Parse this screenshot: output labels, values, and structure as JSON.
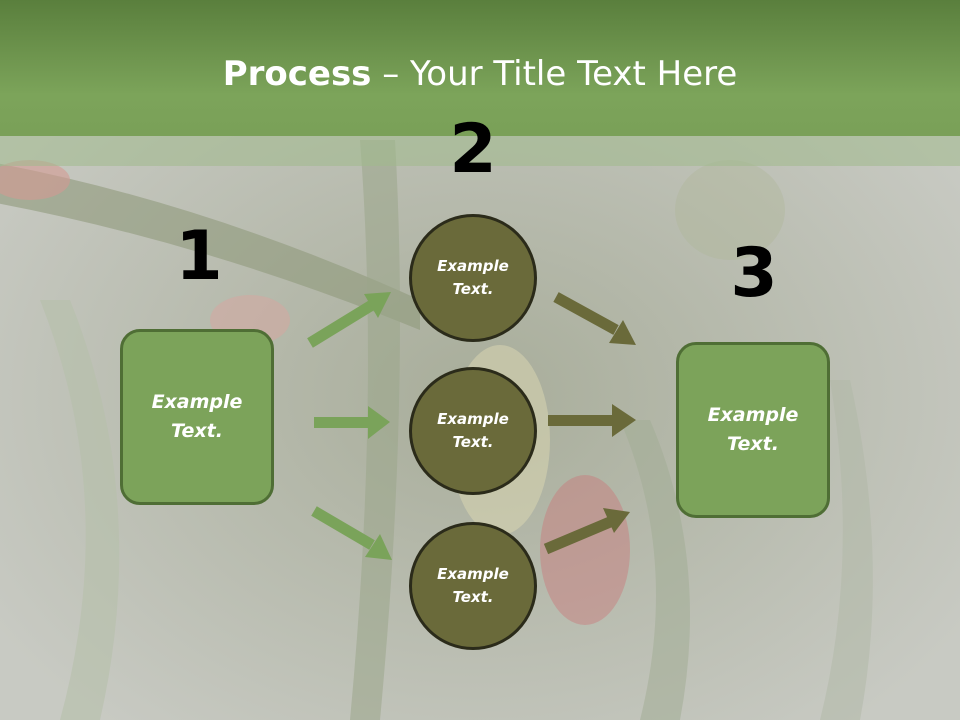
{
  "title": {
    "bold": "Process",
    "rest": " – Your Title Text Here"
  },
  "steps": [
    {
      "number": "1",
      "label": "Example Text."
    },
    {
      "number": "2",
      "items": [
        "Example Text.",
        "Example Text.",
        "Example Text."
      ]
    },
    {
      "number": "3",
      "label": "Example Text."
    }
  ],
  "colors": {
    "header": "#7ca45a",
    "box_fill": "#7ca35a",
    "circle_fill": "#6a6a3a",
    "arrow_green": "#7aa35a",
    "arrow_olive": "#6a6a3a"
  }
}
